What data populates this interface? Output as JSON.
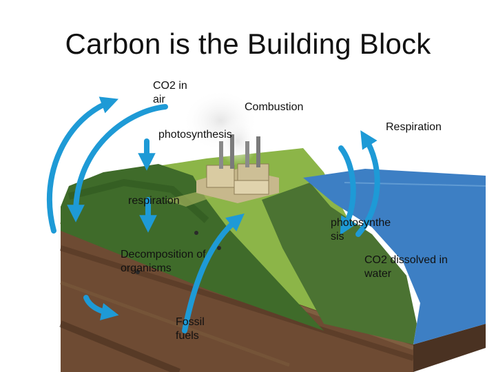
{
  "title": "Carbon is the Building Block",
  "labels": {
    "co2_air": "CO2 in air",
    "combustion": "Combustion",
    "respiration_right": "Respiration",
    "photosynthesis_left": "photosynthesis",
    "respiration_left": "respiration",
    "photosynthesis_right": "photosynthe sis",
    "decomposition": "Decomposition of organisms",
    "co2_water": "CO2 dissolved in water",
    "fossil_fuels": "Fossil fuels"
  },
  "colors": {
    "arrow": "#1e9ad6",
    "grass": "#7fae3a",
    "forest": "#3f6b2a",
    "water": "#3d7fc4",
    "soil": "#6b4a32"
  }
}
